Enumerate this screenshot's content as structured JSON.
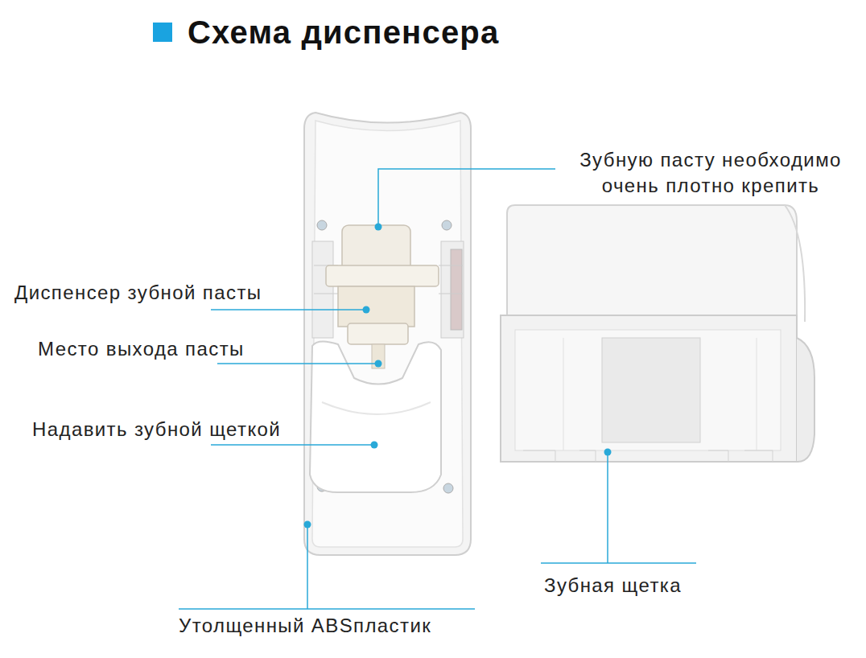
{
  "diagram": {
    "title": "Схема диспенсера",
    "labels": [
      "Зубную пасту необходимо очень плотно крепить",
      "Диспенсер зубной пасты",
      "Место выхода пасты",
      "Надавить зубной щеткой",
      "Зубная щетка",
      "Утолщенный ABSпластик"
    ]
  }
}
